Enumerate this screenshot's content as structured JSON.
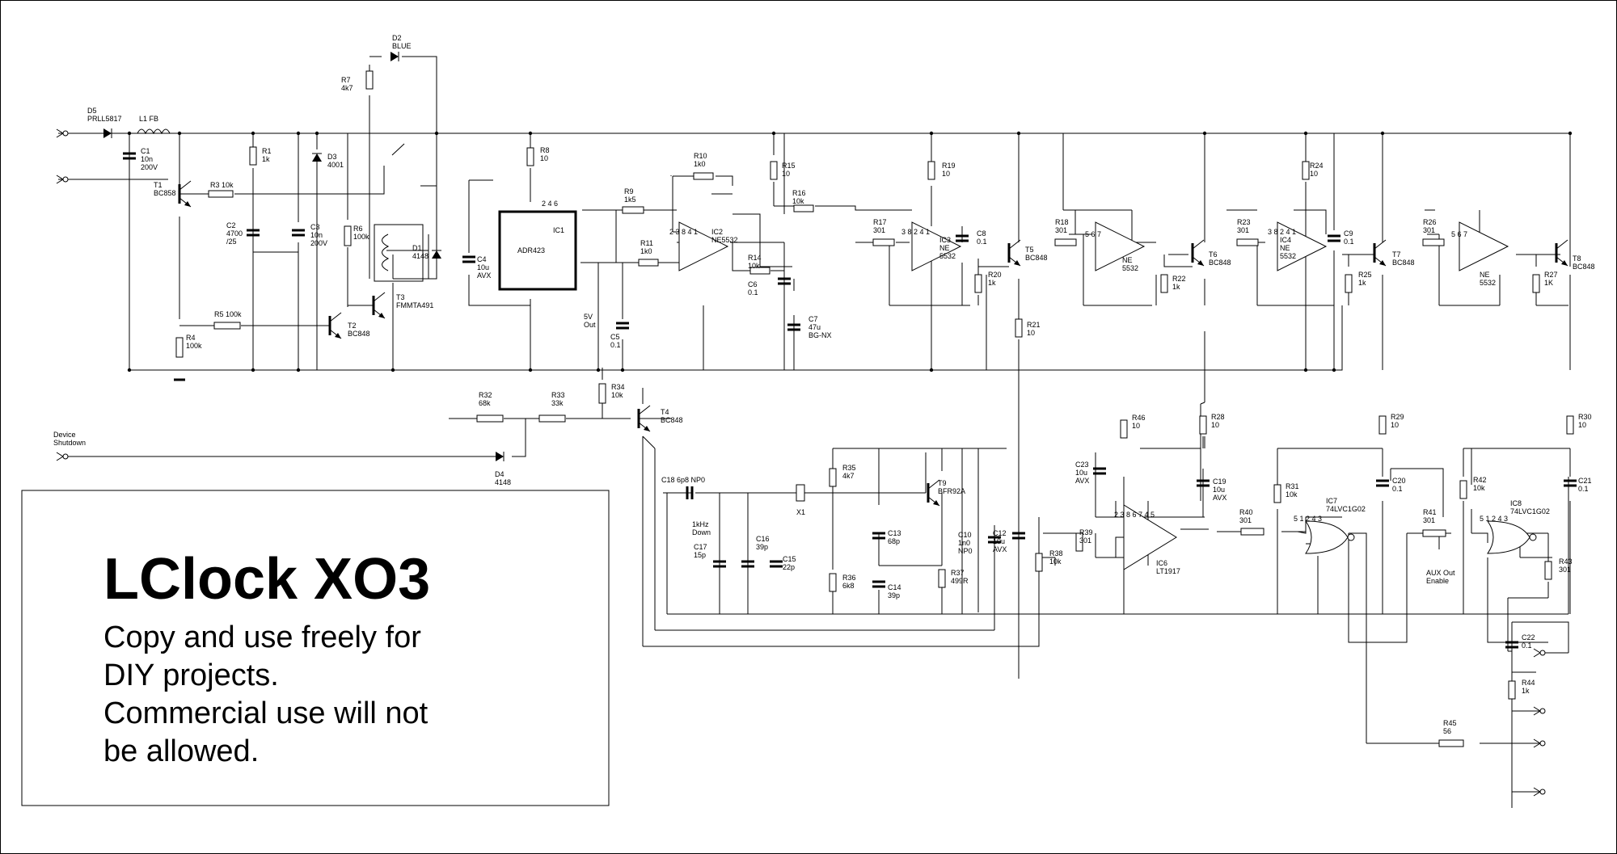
{
  "title": "LClock XO3",
  "notice_lines": [
    "Copy and use freely for",
    "DIY projects.",
    "Commercial use will not",
    "be allowed."
  ],
  "terminals": {
    "device_shutdown": [
      "Device",
      "Shutdown"
    ],
    "five_volt_out": [
      "5V",
      "Out"
    ],
    "one_khz_down": [
      "1kHz",
      "Down"
    ],
    "aux_out_enable": [
      "AUX Out",
      "Enable"
    ]
  },
  "components": {
    "D5": [
      "D5",
      "PRLL5817"
    ],
    "L1": [
      "L1 FB"
    ],
    "C1": [
      "C1",
      "10n",
      "200V"
    ],
    "T1": [
      "T1",
      "BC858"
    ],
    "R3": [
      "R3 10k"
    ],
    "R1": [
      "R1",
      "1k"
    ],
    "D3": [
      "D3",
      "4001"
    ],
    "C2": [
      "C2",
      "4700",
      "/25"
    ],
    "C3": [
      "C3",
      "10n",
      "200V"
    ],
    "R6": [
      "R6",
      "100k"
    ],
    "R7": [
      "R7",
      "4k7"
    ],
    "D2": [
      "D2",
      "BLUE"
    ],
    "D1": [
      "D1",
      "4148"
    ],
    "R4": [
      "R4",
      "100k"
    ],
    "R5": [
      "R5 100k"
    ],
    "T2": [
      "T2",
      "BC848"
    ],
    "T3": [
      "T3",
      "FMMTA491"
    ],
    "R8": [
      "R8",
      "10"
    ],
    "C4": [
      "C4",
      "10u",
      "AVX"
    ],
    "IC1": [
      "IC1"
    ],
    "IC1_part": [
      "ADR423"
    ],
    "IC1_pins": [
      "2",
      "4",
      "6"
    ],
    "R9": [
      "R9",
      "1k5"
    ],
    "R10": [
      "R10",
      "1k0"
    ],
    "R11": [
      "R11",
      "1k0"
    ],
    "IC2": [
      "IC2",
      "NE5532"
    ],
    "IC2_pins": [
      "2",
      "3",
      "8",
      "4",
      "1"
    ],
    "R14": [
      "R14",
      "10k"
    ],
    "C6": [
      "C6",
      "0.1"
    ],
    "C5": [
      "C5",
      "0.1"
    ],
    "R15": [
      "R15",
      "10"
    ],
    "R16": [
      "R16",
      "10k"
    ],
    "C7": [
      "C7",
      "47u",
      "BG-NX"
    ],
    "R17": [
      "R17",
      "301"
    ],
    "R19": [
      "R19",
      "10"
    ],
    "IC3": [
      "IC3",
      "NE",
      "5532"
    ],
    "IC3_pins": [
      "3",
      "8",
      "2",
      "4",
      "1"
    ],
    "C8": [
      "C8",
      "0.1"
    ],
    "R20": [
      "R20",
      "1k"
    ],
    "T5": [
      "T5",
      "BC848"
    ],
    "R21": [
      "R21",
      "10"
    ],
    "R18": [
      "R18",
      "301"
    ],
    "IC3B": [
      "NE",
      "5532"
    ],
    "IC3B_pins": [
      "5",
      "6",
      "7"
    ],
    "R22": [
      "R22",
      "1k"
    ],
    "T6": [
      "T6",
      "BC848"
    ],
    "R24": [
      "R24",
      "10"
    ],
    "R23": [
      "R23",
      "301"
    ],
    "IC4": [
      "IC4",
      "NE",
      "5532"
    ],
    "IC4_pins": [
      "3",
      "8",
      "2",
      "4",
      "1"
    ],
    "C9": [
      "C9",
      "0.1"
    ],
    "R25": [
      "R25",
      "1k"
    ],
    "T7": [
      "T7",
      "BC848"
    ],
    "R26": [
      "R26",
      "301"
    ],
    "IC4B": [
      "NE",
      "5532"
    ],
    "IC4B_pins": [
      "5",
      "6",
      "7"
    ],
    "R27": [
      "R27",
      "1K"
    ],
    "T8": [
      "T8",
      "BC848"
    ],
    "R32": [
      "R32",
      "68k"
    ],
    "R33": [
      "R33",
      "33k"
    ],
    "R34": [
      "R34",
      "10k"
    ],
    "T4": [
      "T4",
      "BC848"
    ],
    "D4": [
      "D4",
      "4148"
    ],
    "C18": [
      "C18 6p8 NP0"
    ],
    "C17": [
      "C17",
      "15p"
    ],
    "C16": [
      "C16",
      "39p"
    ],
    "C15": [
      "C15",
      "22p"
    ],
    "X1": [
      "X1"
    ],
    "R35": [
      "R35",
      "4k7"
    ],
    "R36": [
      "R36",
      "6k8"
    ],
    "C13": [
      "C13",
      "68p"
    ],
    "C14": [
      "C14",
      "39p"
    ],
    "T9": [
      "T9",
      "BFR92A"
    ],
    "R37": [
      "R37",
      "499R"
    ],
    "C10": [
      "C10",
      "1n0",
      "NP0"
    ],
    "C12": [
      "C12",
      "10u",
      "AVX"
    ],
    "R38": [
      "R38",
      "10k"
    ],
    "R39": [
      "R39",
      "301"
    ],
    "C23": [
      "C23",
      "10u",
      "AVX"
    ],
    "R46": [
      "R46",
      "10"
    ],
    "R28": [
      "R28",
      "10"
    ],
    "IC6": [
      "IC6",
      "LT1917"
    ],
    "IC6_pins": [
      "2",
      "3",
      "8",
      "6",
      "7",
      "4",
      "5"
    ],
    "C19": [
      "C19",
      "10u",
      "AVX"
    ],
    "R40": [
      "R40",
      "301"
    ],
    "R31": [
      "R31",
      "10k"
    ],
    "IC7": [
      "IC7",
      "74LVC1G02"
    ],
    "IC7_pins": [
      "5",
      "1",
      "2",
      "4",
      "3"
    ],
    "R29": [
      "R29",
      "10"
    ],
    "C20": [
      "C20",
      "0.1"
    ],
    "R41": [
      "R41",
      "301"
    ],
    "R42": [
      "R42",
      "10k"
    ],
    "IC8": [
      "IC8",
      "74LVC1G02"
    ],
    "IC8_pins": [
      "5",
      "1",
      "2",
      "4",
      "3"
    ],
    "R30": [
      "R30",
      "10"
    ],
    "C21": [
      "C21",
      "0.1"
    ],
    "R43": [
      "R43",
      "301"
    ],
    "C22": [
      "C22",
      "0.1"
    ],
    "R44": [
      "R44",
      "1k"
    ],
    "R45": [
      "R45",
      "56"
    ]
  }
}
